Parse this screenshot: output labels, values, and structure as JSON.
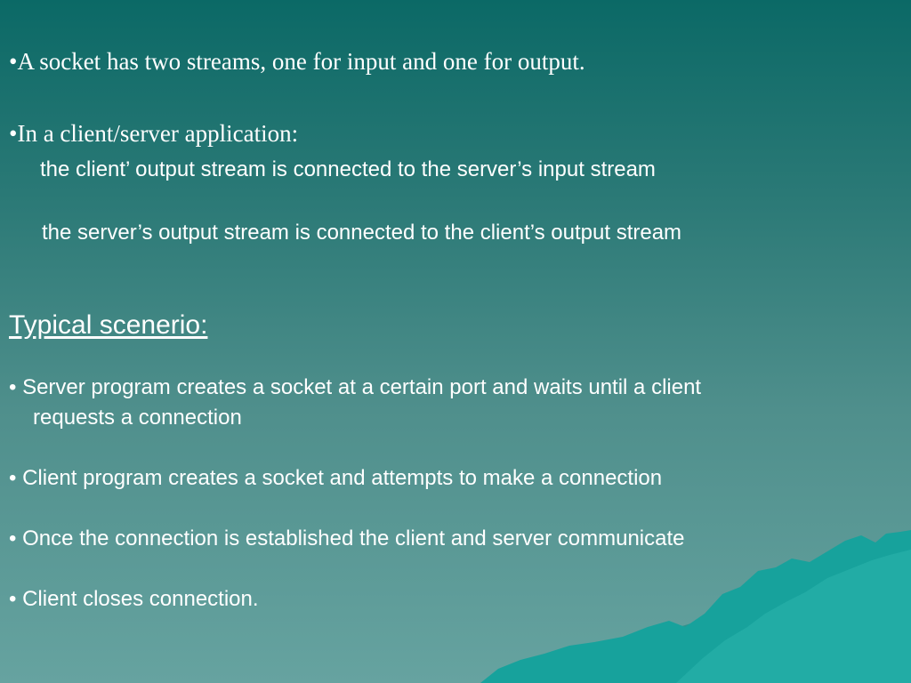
{
  "slide": {
    "bullet1": "•A socket has two streams, one for input and one for output.",
    "bullet2": "•In a client/server application:",
    "sub1": "the client’ output stream is connected to the server’s input stream",
    "sub2": "the server’s output stream is connected to the client’s output stream",
    "heading": "Typical scenerio:",
    "scenario": [
      "• Server program creates a socket at a certain port and waits until a client",
      "requests a connection",
      "• Client program creates a socket and attempts to make a connection",
      "• Once the connection is established the client and server communicate",
      "• Client closes connection."
    ]
  },
  "theme": {
    "background_top": "#0b6966",
    "background_bottom": "#66a3a0",
    "text_color": "#ffffff",
    "mountain_color": "#1a9a95"
  }
}
